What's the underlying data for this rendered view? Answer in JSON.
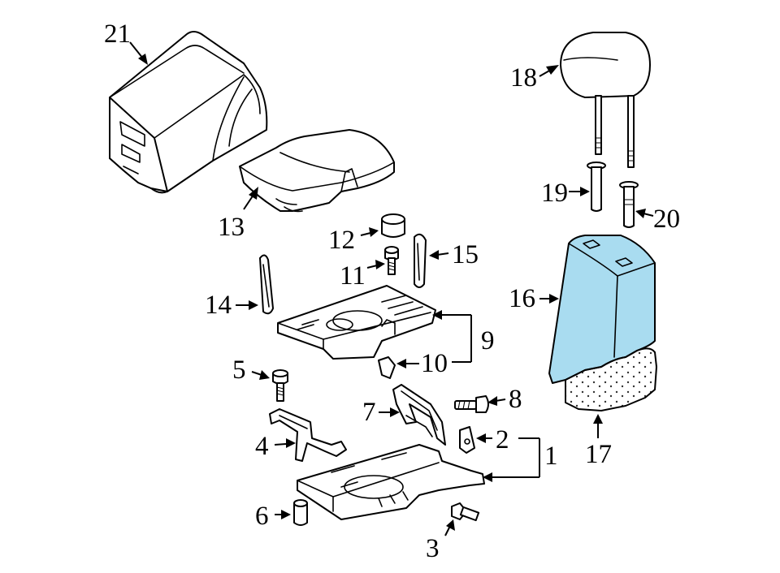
{
  "colors": {
    "highlight": "#a9dcf0",
    "line": "#000000",
    "background": "#ffffff"
  },
  "callouts": {
    "c1": "1",
    "c2": "2",
    "c3": "3",
    "c4": "4",
    "c5": "5",
    "c6": "6",
    "c7": "7",
    "c8": "8",
    "c9": "9",
    "c10": "10",
    "c11": "11",
    "c12": "12",
    "c13": "13",
    "c14": "14",
    "c15": "15",
    "c16": "16",
    "c17": "17",
    "c18": "18",
    "c19": "19",
    "c20": "20",
    "c21": "21"
  },
  "highlighted_part": "16"
}
